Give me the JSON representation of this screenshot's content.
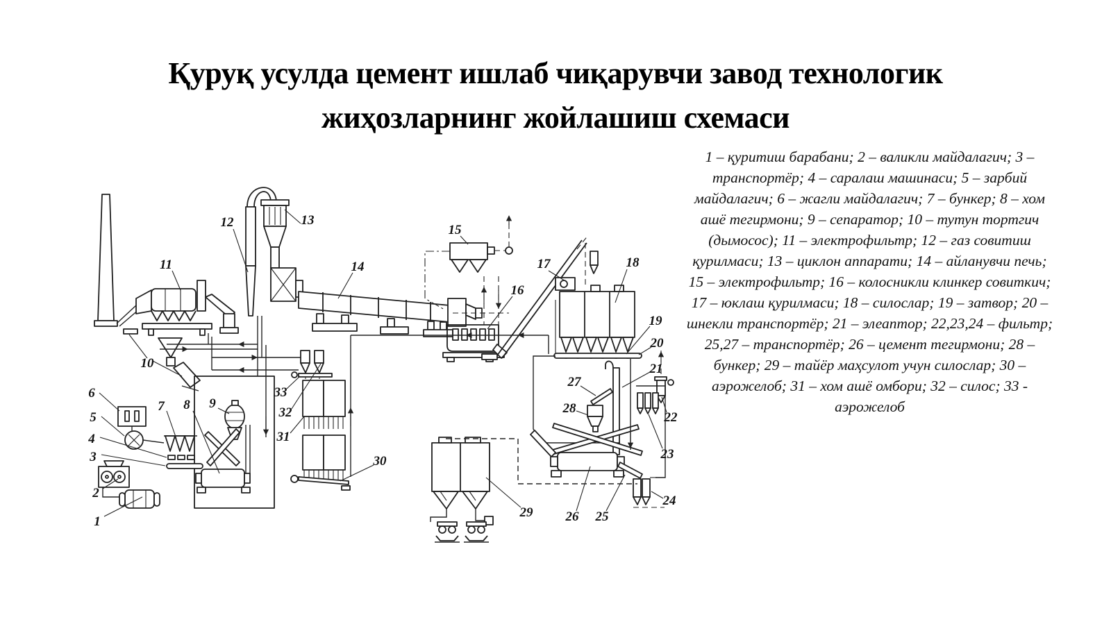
{
  "title": {
    "line1": "Қуруқ усулда цемент ишлаб чиқарувчи завод технологик",
    "line2": "жиҳозларнинг жойлашиш схемаси"
  },
  "legend": {
    "text": "1 – қуритиш барабани; 2 – валикли майдалагич; 3 – транспортёр; 4 – саралаш машинаси; 5 – зарбий майдалагич; 6 – жагли майдалагич; 7 – бункер; 8 – хом ашё тегирмони; 9 – сепаратор; 10 – тутун тортгич (дымосос); 11 – электрофильтр; 12 – газ совитиш қурилмаси; 13 – циклон аппарати; 14 – айланувчи печь; 15 – электрофильтр; 16 – колосникли клинкер совиткич; 17 – юклаш қурилмаси; 18 – силослар; 19 – затвор; 20 – шнекли транспортёр; 21 – элеаптор; 22,23,24 – фильтр; 25,27 – транспортёр; 26 – цемент тегирмони; 28 – бункер; 29 – тайёр маҳсулот учун силослар; 30 – аэрожелоб; 31 – хом ашё омбори; 32 – силос; 33 - аэрожелоб"
  },
  "diagram": {
    "colors": {
      "ink": "#1f1f1f",
      "paper": "#ffffff"
    },
    "labels": [
      "1",
      "2",
      "3",
      "4",
      "5",
      "6",
      "7",
      "8",
      "9",
      "10",
      "11",
      "12",
      "13",
      "14",
      "15",
      "16",
      "17",
      "18",
      "19",
      "20",
      "21",
      "22",
      "23",
      "24",
      "25",
      "26",
      "27",
      "28",
      "29",
      "30",
      "31",
      "32",
      "33"
    ]
  }
}
